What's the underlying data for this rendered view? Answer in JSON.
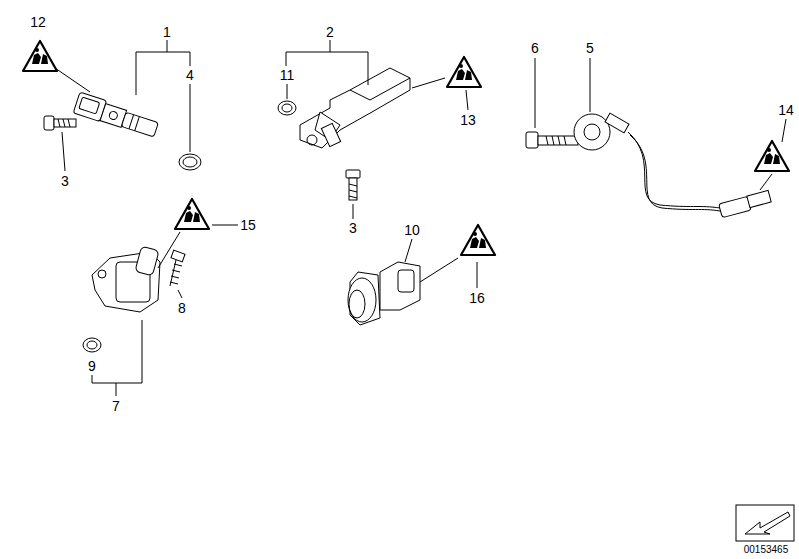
{
  "diagram": {
    "labels": [
      "12",
      "1",
      "2",
      "6",
      "5",
      "4",
      "11",
      "13",
      "3",
      "14",
      "3",
      "15",
      "10",
      "8",
      "16",
      "9",
      "7",
      "00153465"
    ]
  }
}
